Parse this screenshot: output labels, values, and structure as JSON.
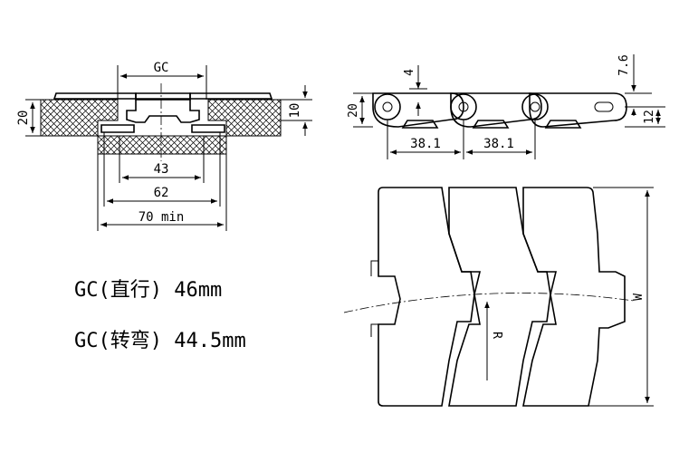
{
  "cross_section": {
    "gc_label": "GC",
    "height_label": "20",
    "groove_label": "10",
    "dim_43": "43",
    "dim_62": "62",
    "dim_70": "70 min"
  },
  "side_view": {
    "pin_label": "4",
    "offset_label": "7.6",
    "height_label": "20",
    "thickness_label": "12",
    "pitch_1": "38.1",
    "pitch_2": "38.1"
  },
  "top_view": {
    "width_label": "W",
    "radius_label": "R"
  },
  "notes": {
    "straight": "GC(直行) 46mm",
    "curve": "GC(转弯) 44.5mm"
  }
}
